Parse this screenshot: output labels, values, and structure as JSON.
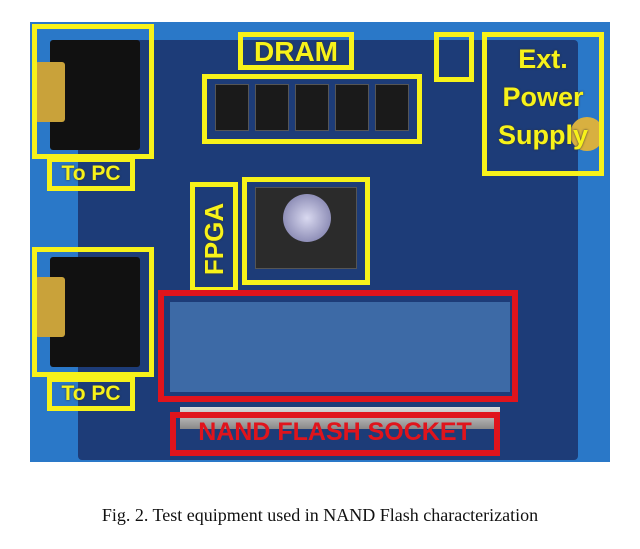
{
  "photo": {
    "labels": {
      "dram": "DRAM",
      "ext_power_line1": "Ext.",
      "ext_power_line2": "Power",
      "ext_power_line3": "Supply",
      "to_pc_top": "To PC",
      "to_pc_bottom": "To PC",
      "fpga": "FPGA",
      "nand_socket": "NAND FLASH SOCKET"
    },
    "colors": {
      "annotation_yellow": "#f7f21a",
      "annotation_red": "#e0141c",
      "board_blue": "#1d3c78",
      "background_blue": "#2a78c8"
    }
  },
  "caption": "Fig. 2.  Test equipment used in NAND Flash characterization"
}
